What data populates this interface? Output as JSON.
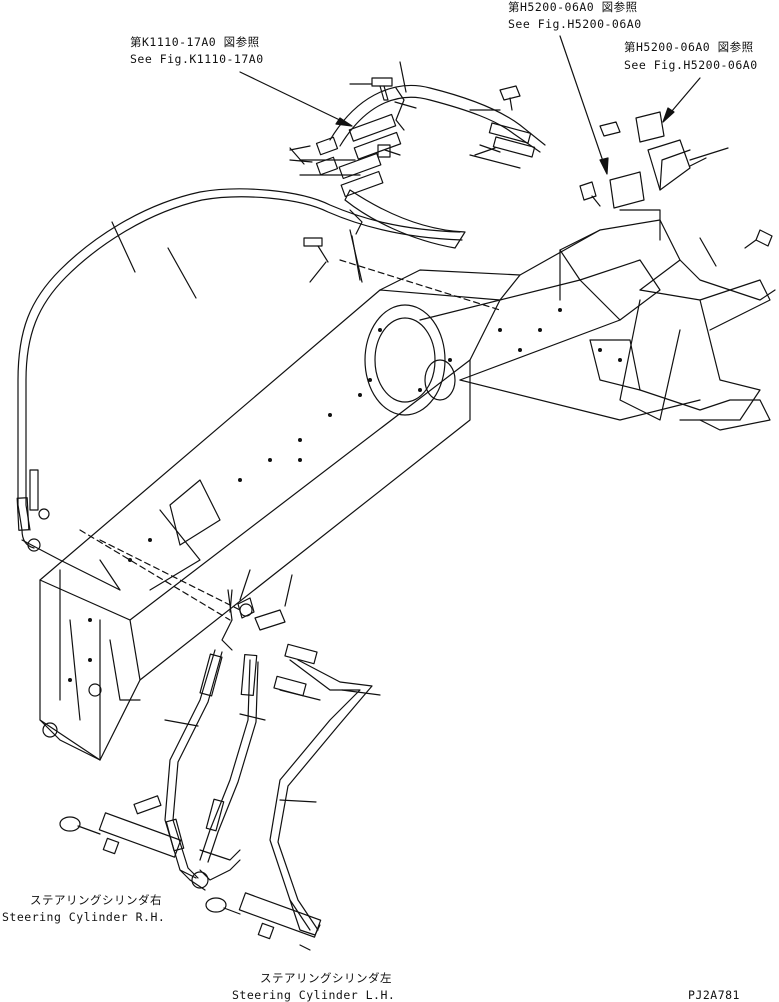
{
  "labels": {
    "ref_k1110_jp": "第K1110-17A0 図参照",
    "ref_k1110_en": "See Fig.K1110-17A0",
    "ref_h5200_a_jp": "第H5200-06A0 図参照",
    "ref_h5200_a_en": "See Fig.H5200-06A0",
    "ref_h5200_b_jp": "第H5200-06A0 図参照",
    "ref_h5200_b_en": "See Fig.H5200-06A0",
    "cyl_rh_jp": "ステアリングシリンダ右",
    "cyl_rh_en": "Steering Cylinder R.H.",
    "cyl_lh_jp": "ステアリングシリンダ左",
    "cyl_lh_en": "Steering Cylinder L.H.",
    "code": "PJ2A781"
  },
  "colors": {
    "ink": "#111111",
    "paper": "#ffffff"
  }
}
